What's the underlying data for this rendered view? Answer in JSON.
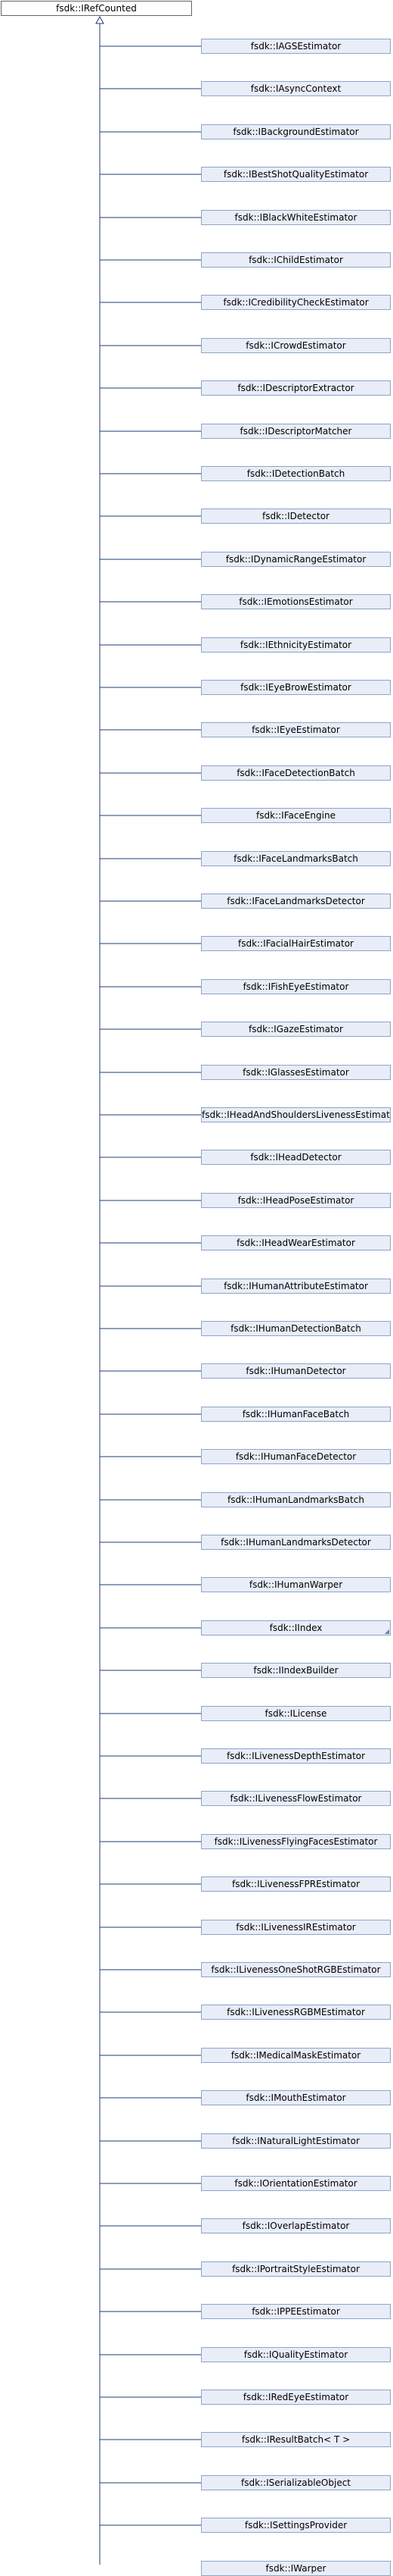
{
  "root": {
    "label": "fsdk::IRefCounted"
  },
  "children": [
    {
      "label": "fsdk::IAGSEstimator"
    },
    {
      "label": "fsdk::IAsyncContext"
    },
    {
      "label": "fsdk::IBackgroundEstimator"
    },
    {
      "label": "fsdk::IBestShotQualityEstimator"
    },
    {
      "label": "fsdk::IBlackWhiteEstimator"
    },
    {
      "label": "fsdk::IChildEstimator"
    },
    {
      "label": "fsdk::ICredibilityCheckEstimator"
    },
    {
      "label": "fsdk::ICrowdEstimator"
    },
    {
      "label": "fsdk::IDescriptorExtractor"
    },
    {
      "label": "fsdk::IDescriptorMatcher"
    },
    {
      "label": "fsdk::IDetectionBatch"
    },
    {
      "label": "fsdk::IDetector"
    },
    {
      "label": "fsdk::IDynamicRangeEstimator"
    },
    {
      "label": "fsdk::IEmotionsEstimator"
    },
    {
      "label": "fsdk::IEthnicityEstimator"
    },
    {
      "label": "fsdk::IEyeBrowEstimator"
    },
    {
      "label": "fsdk::IEyeEstimator"
    },
    {
      "label": "fsdk::IFaceDetectionBatch"
    },
    {
      "label": "fsdk::IFaceEngine"
    },
    {
      "label": "fsdk::IFaceLandmarksBatch"
    },
    {
      "label": "fsdk::IFaceLandmarksDetector"
    },
    {
      "label": "fsdk::IFacialHairEstimator"
    },
    {
      "label": "fsdk::IFishEyeEstimator"
    },
    {
      "label": "fsdk::IGazeEstimator"
    },
    {
      "label": "fsdk::IGlassesEstimator"
    },
    {
      "label": "fsdk::IHeadAndShouldersLivenessEstimator"
    },
    {
      "label": "fsdk::IHeadDetector"
    },
    {
      "label": "fsdk::IHeadPoseEstimator"
    },
    {
      "label": "fsdk::IHeadWearEstimator"
    },
    {
      "label": "fsdk::IHumanAttributeEstimator"
    },
    {
      "label": "fsdk::IHumanDetectionBatch"
    },
    {
      "label": "fsdk::IHumanDetector"
    },
    {
      "label": "fsdk::IHumanFaceBatch"
    },
    {
      "label": "fsdk::IHumanFaceDetector"
    },
    {
      "label": "fsdk::IHumanLandmarksBatch"
    },
    {
      "label": "fsdk::IHumanLandmarksDetector"
    },
    {
      "label": "fsdk::IHumanWarper"
    },
    {
      "label": "fsdk::IIndex",
      "has_children": true
    },
    {
      "label": "fsdk::IIndexBuilder"
    },
    {
      "label": "fsdk::ILicense"
    },
    {
      "label": "fsdk::ILivenessDepthEstimator"
    },
    {
      "label": "fsdk::ILivenessFlowEstimator"
    },
    {
      "label": "fsdk::ILivenessFlyingFacesEstimator"
    },
    {
      "label": "fsdk::ILivenessFPREstimator"
    },
    {
      "label": "fsdk::ILivenessIREstimator"
    },
    {
      "label": "fsdk::ILivenessOneShotRGBEstimator"
    },
    {
      "label": "fsdk::ILivenessRGBMEstimator"
    },
    {
      "label": "fsdk::IMedicalMaskEstimator"
    },
    {
      "label": "fsdk::IMouthEstimator"
    },
    {
      "label": "fsdk::INaturalLightEstimator"
    },
    {
      "label": "fsdk::IOrientationEstimator"
    },
    {
      "label": "fsdk::IOverlapEstimator"
    },
    {
      "label": "fsdk::IPortraitStyleEstimator"
    },
    {
      "label": "fsdk::IPPEEstimator"
    },
    {
      "label": "fsdk::IQualityEstimator"
    },
    {
      "label": "fsdk::IRedEyeEstimator"
    },
    {
      "label": "fsdk::IResultBatch< T >"
    },
    {
      "label": "fsdk::ISerializableObject"
    },
    {
      "label": "fsdk::ISettingsProvider"
    },
    {
      "label": "fsdk::IWarper"
    }
  ],
  "colors": {
    "node_fill": "#e8edf7",
    "node_border": "#8fa3c9",
    "root_fill": "#ffffff",
    "root_border": "#666666",
    "connector": "#1e3d7a",
    "text": "#000000"
  }
}
